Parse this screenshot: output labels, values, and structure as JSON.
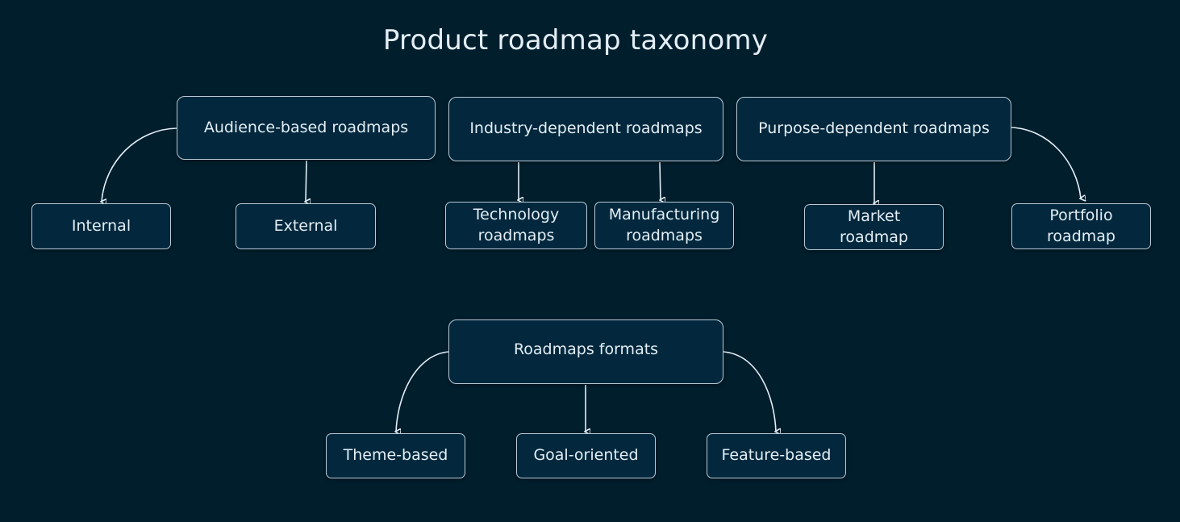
{
  "title": "Product roadmap taxonomy",
  "groups": {
    "audience": {
      "label": "Audience-based roadmaps",
      "children": [
        "Internal",
        "External"
      ]
    },
    "industry": {
      "label": "Industry-dependent roadmaps",
      "children": [
        "Technology roadmaps",
        "Manufacturing roadmaps"
      ]
    },
    "purpose": {
      "label": "Purpose-dependent roadmaps",
      "children": [
        "Market roadmap",
        "Portfolio roadmap"
      ]
    },
    "formats": {
      "label": "Roadmaps formats",
      "children": [
        "Theme-based",
        "Goal-oriented",
        "Feature-based"
      ]
    }
  },
  "colors": {
    "background": "#011e2d",
    "node_fill": "#03283d",
    "node_border": "#b9cad6",
    "text": "#e3eef5"
  }
}
